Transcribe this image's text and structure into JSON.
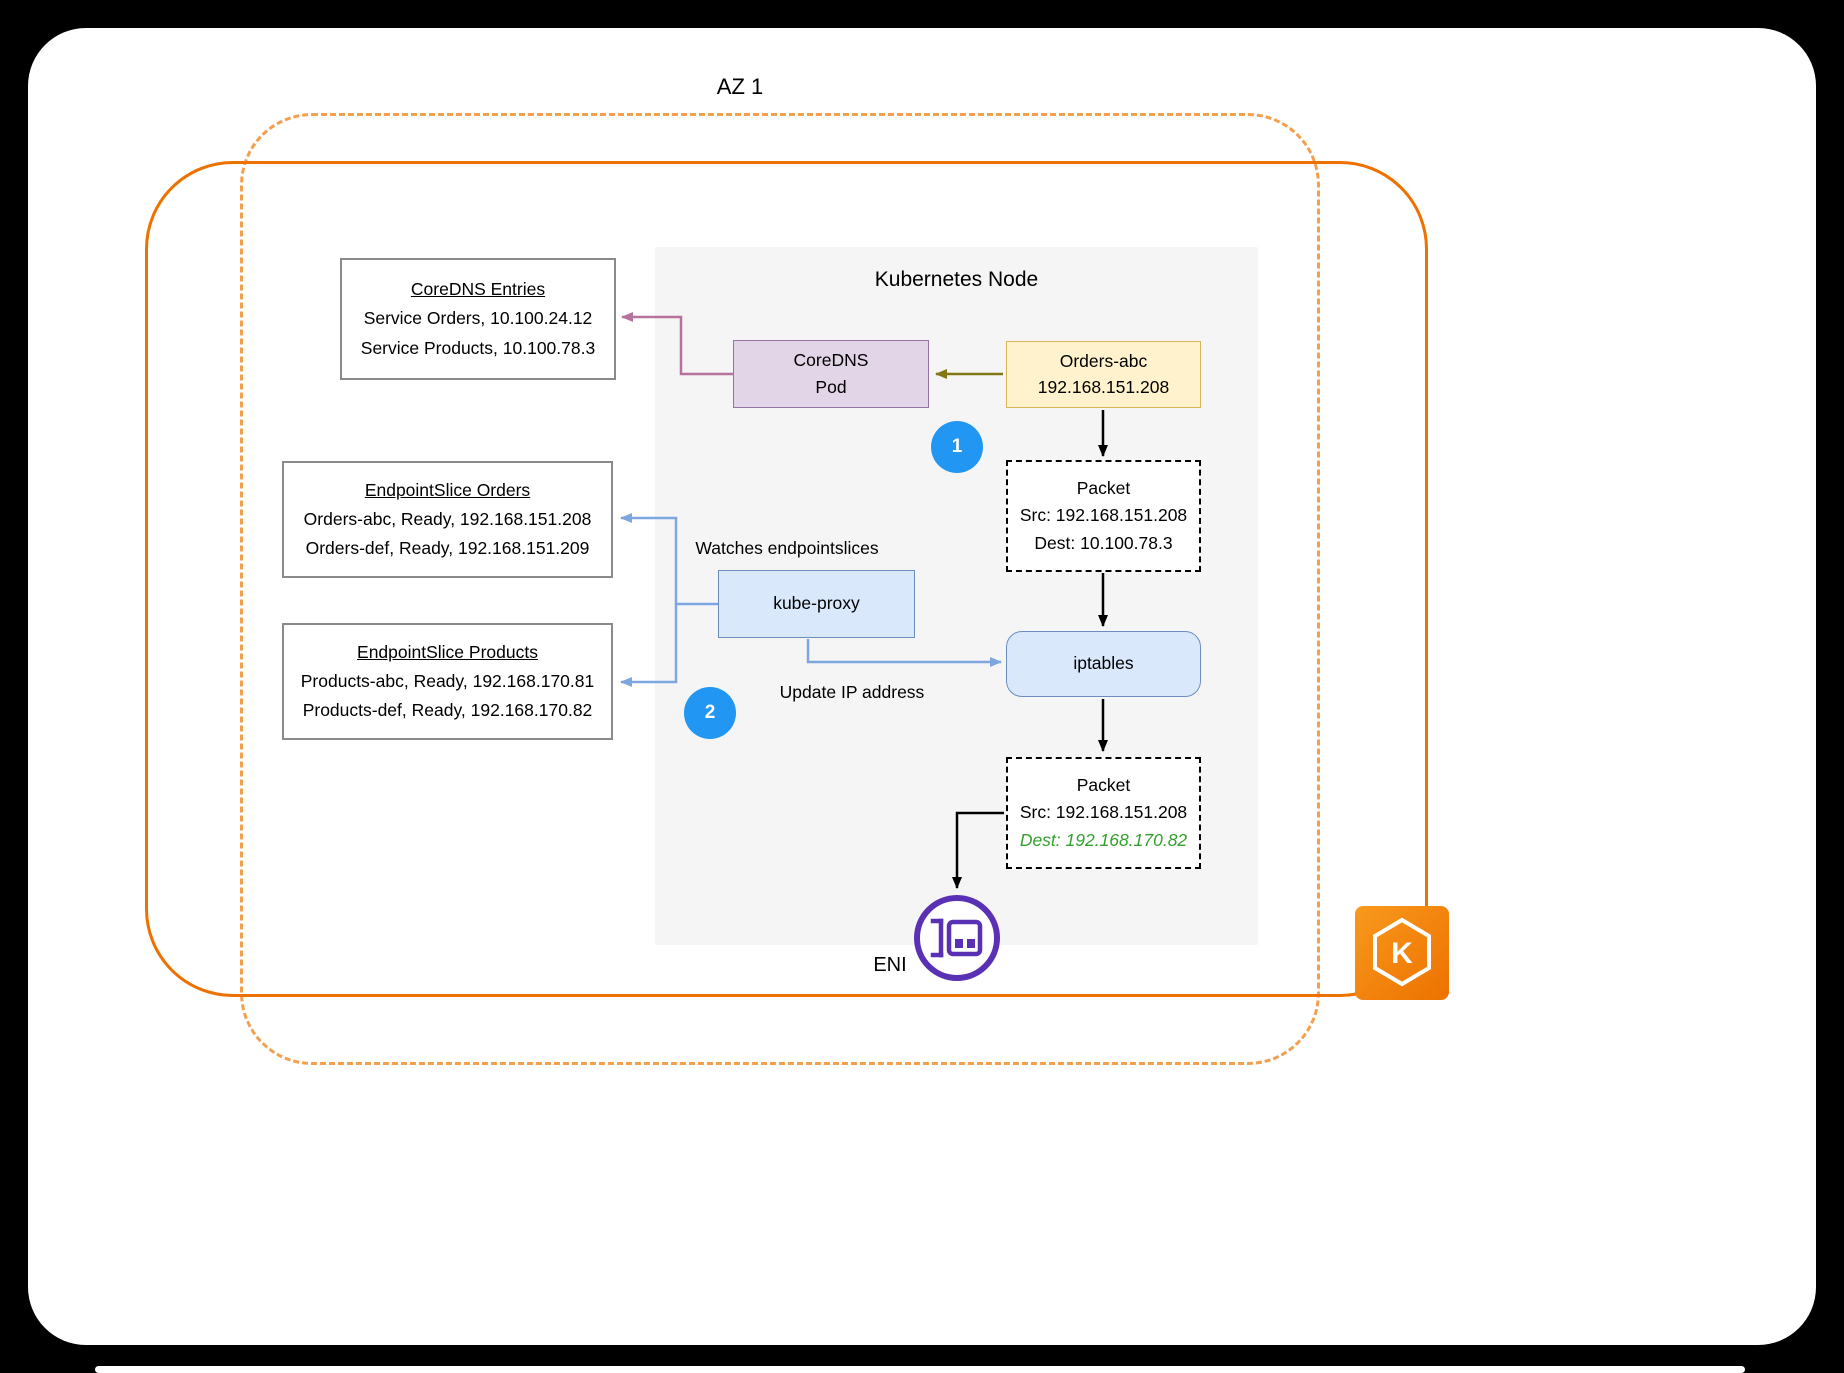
{
  "labels": {
    "az": "AZ 1",
    "node_title": "Kubernetes Node",
    "watches": "Watches endpointslices",
    "update_ip": "Update IP address",
    "eni": "ENI",
    "step1": "1",
    "step2": "2",
    "eks_letter": "K"
  },
  "boxes": {
    "coredns_entries": {
      "title": "CoreDNS Entries",
      "lines": [
        "Service Orders, 10.100.24.12",
        "Service Products, 10.100.78.3"
      ]
    },
    "endpointslice_orders": {
      "title": "EndpointSlice Orders",
      "lines": [
        "Orders-abc, Ready, 192.168.151.208",
        "Orders-def, Ready, 192.168.151.209"
      ]
    },
    "endpointslice_products": {
      "title": "EndpointSlice Products",
      "lines": [
        "Products-abc, Ready, 192.168.170.81",
        "Products-def, Ready, 192.168.170.82"
      ]
    },
    "coredns_pod": {
      "lines": [
        "CoreDNS",
        "Pod"
      ]
    },
    "orders_pod": {
      "lines": [
        "Orders-abc",
        "192.168.151.208"
      ]
    },
    "packet_in": {
      "title": "Packet",
      "src": "Src: 192.168.151.208",
      "dest": "Dest: 10.100.78.3"
    },
    "kube_proxy": {
      "label": "kube-proxy"
    },
    "iptables": {
      "label": "iptables"
    },
    "packet_out": {
      "title": "Packet",
      "src": "Src: 192.168.151.208",
      "dest": "Dest: 192.168.170.82"
    }
  },
  "colors": {
    "az_dashed_orange": "#F2A04E",
    "cluster_orange": "#ED7100",
    "node_panel_gray": "#F5F5F5",
    "pod_purple_fill": "#E1D5E7",
    "pod_purple_border": "#9673A6",
    "pod_yellow_fill": "#FFF2CC",
    "pod_yellow_border": "#D6B656",
    "blue_fill": "#DAE8FC",
    "blue_border": "#6C8EBF",
    "connector_blue": "#7EA6E0",
    "connector_magenta": "#B5739D",
    "connector_olive": "#827717",
    "step_badge_blue": "#2196F3",
    "dest_green": "#33A02C",
    "eni_purple": "#5A30B5"
  }
}
